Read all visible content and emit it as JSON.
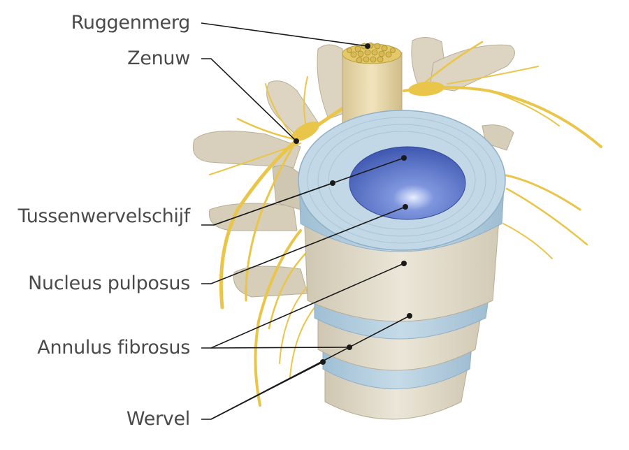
{
  "labels": {
    "spinal_cord": "Ruggenmerg",
    "nerve": "Zenuw",
    "intervertebral_disc": "Tussenwervelschijf",
    "nucleus_pulposus": "Nucleus pulposus",
    "annulus_fibrosus": "Annulus fibrosus",
    "vertebra": "Wervel"
  },
  "colors": {
    "bone": "#e6e0d0",
    "bone_shadow": "#bdb49d",
    "disc_outer": "#b9d3e3",
    "disc_inner": "#a3c2d8",
    "nucleus": "#4e6ac2",
    "nerve": "#e9c64a",
    "leader": "#1a1a1a",
    "label_text": "#4a4a4a"
  }
}
